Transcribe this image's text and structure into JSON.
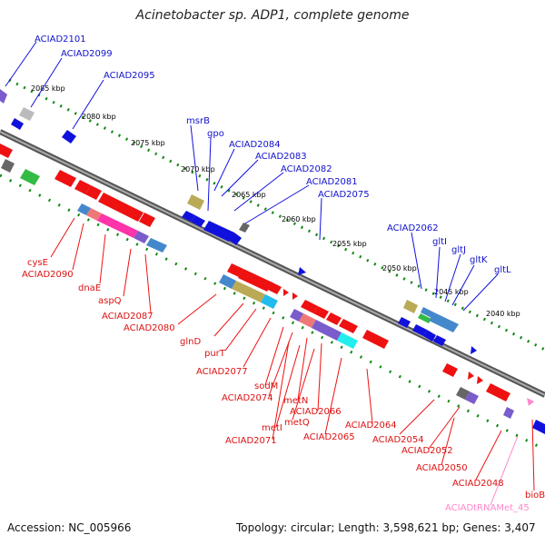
{
  "title": "Acinetobacter sp. ADP1, complete genome",
  "footer": {
    "accession": "Accession: NC_005966",
    "summary": "Topology: circular; Length: 3,598,621 bp; Genes: 3,407"
  },
  "scale_labels": [
    "2085 kbp",
    "2080 kbp",
    "2075 kbp",
    "2070 kbp",
    "2065 kbp",
    "2060 kbp",
    "2055 kbp",
    "2050 kbp",
    "2045 kbp",
    "2040 kbp"
  ],
  "forward_labels": [
    "ACIAD2101",
    "ACIAD2099",
    "ACIAD2095",
    "msrB",
    "gpo",
    "ACIAD2084",
    "ACIAD2083",
    "ACIAD2082",
    "ACIAD2081",
    "ACIAD2075",
    "ACIAD2062",
    "gltI",
    "gltJ",
    "gltK",
    "gltL"
  ],
  "reverse_labels": [
    "cysE",
    "ACIAD2090",
    "dnaE",
    "aspQ",
    "ACIAD2087",
    "ACIAD2080",
    "glnD",
    "purT",
    "ACIAD2077",
    "sodM",
    "ACIAD2074",
    "metN",
    "ACIAD2066",
    "metI",
    "metQ",
    "ACIAD2071",
    "ACIAD2065",
    "ACIAD2064",
    "ACIAD2054",
    "ACIAD2052",
    "ACIAD2050",
    "ACIAD2048",
    "ACIADtRNAMet_45",
    "bioB"
  ],
  "colors": {
    "forward_gene": "#1111dd",
    "reverse_gene": "#ee1111",
    "trna_gene": "#ff88cc",
    "backbone": "#888888",
    "dots": "#118811"
  }
}
